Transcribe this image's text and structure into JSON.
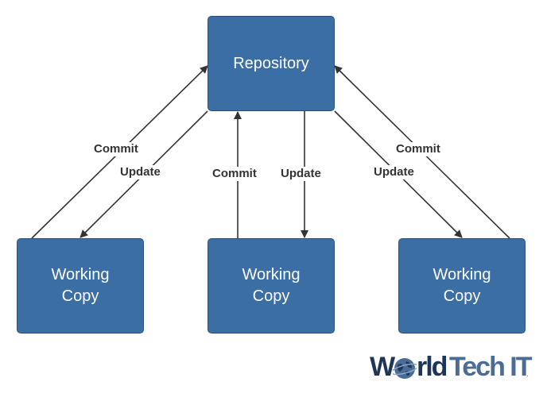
{
  "colors": {
    "node_fill": "#3b6ea5",
    "edge": "#333333",
    "logo_dark": "#1f3557",
    "logo_mid": "#4a6d97"
  },
  "nodes": {
    "repository": "Repository",
    "working_copy_left": "Working\nCopy",
    "working_copy_middle": "Working\nCopy",
    "working_copy_right": "Working\nCopy"
  },
  "edges": {
    "left_commit": "Commit",
    "left_update": "Update",
    "middle_commit": "Commit",
    "middle_update": "Update",
    "right_commit": "Commit",
    "right_update": "Update"
  },
  "logo": {
    "text_a": "W",
    "text_b": "rld",
    "text_c": "Tech IT",
    "mark": "."
  }
}
